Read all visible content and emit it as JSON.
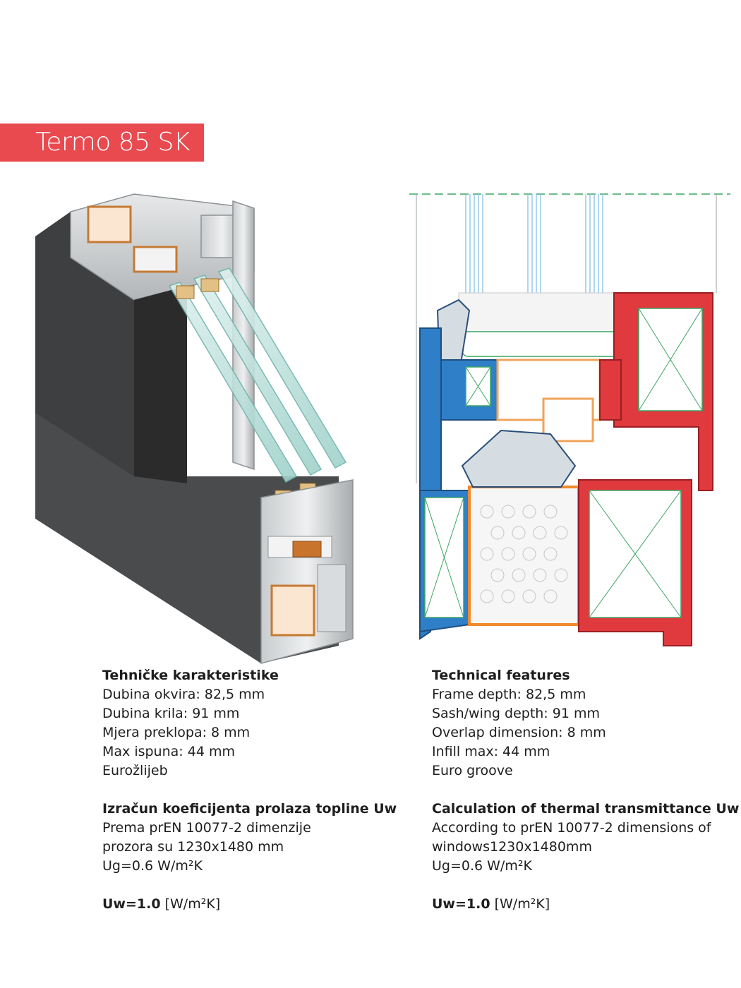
{
  "title": "Termo 85 SK",
  "colors": {
    "accent_red": "#e84a4f",
    "frame_blue": "#2f7fc8",
    "sash_red": "#e0393e",
    "thermal_orange": "#f0a35a",
    "insulation_green": "#3aa562",
    "profile_grey": "#4a4b4d"
  },
  "images": {
    "render": "3D cutaway of aluminium window profile with triple glazing",
    "section": "cross-section technical drawing of frame and sash profiles"
  },
  "specs_bs": {
    "heading": "Tehničke karakteristike",
    "lines": [
      "Dubina okvira: 82,5 mm",
      "Dubina krila: 91 mm",
      "Mjera preklopa: 8 mm",
      "Max ispuna: 44 mm",
      "Eurožlijeb"
    ],
    "calc_heading": "Izračun koeficijenta prolaza topline Uw",
    "calc_lines": [
      "Prema prEN 10077-2 dimenzije",
      "prozora su 1230x1480 mm",
      "Ug=0.6 W/m²K"
    ],
    "uw_bold": "Uw=1.0",
    "uw_unit": "[W/m²K]"
  },
  "specs_en": {
    "heading": "Technical features",
    "lines": [
      "Frame depth: 82,5 mm",
      "Sash/wing depth: 91 mm",
      "Overlap dimension: 8 mm",
      "Infill max: 44 mm",
      "Euro groove"
    ],
    "calc_heading": "Calculation of thermal transmittance Uw",
    "calc_lines": [
      "According to prEN 10077-2 dimensions of",
      "windows1230x1480mm",
      "Ug=0.6 W/m²K"
    ],
    "uw_bold": "Uw=1.0",
    "uw_unit": "[W/m²K]"
  }
}
